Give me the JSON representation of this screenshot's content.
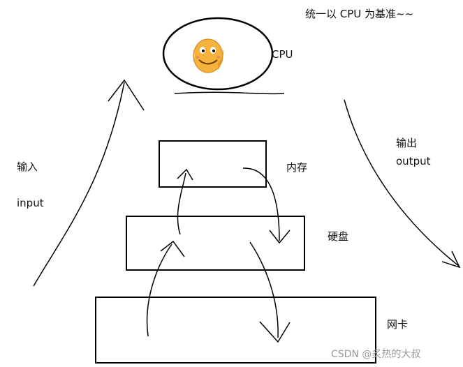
{
  "header_note": "统一以 CPU 为基准~~",
  "cpu": {
    "label": "CPU",
    "face": "smiling-face"
  },
  "left": {
    "label_cn": "输入",
    "label_en": "input"
  },
  "right": {
    "label_cn": "输出",
    "label_en": "output"
  },
  "layers": [
    {
      "label": "内存"
    },
    {
      "label": "硬盘"
    },
    {
      "label": "网卡"
    }
  ],
  "watermark": "CSDN @炙热的大叔",
  "colors": {
    "ink": "#000000",
    "face": "#f5b23c",
    "face_shade": "#e39a1f"
  }
}
